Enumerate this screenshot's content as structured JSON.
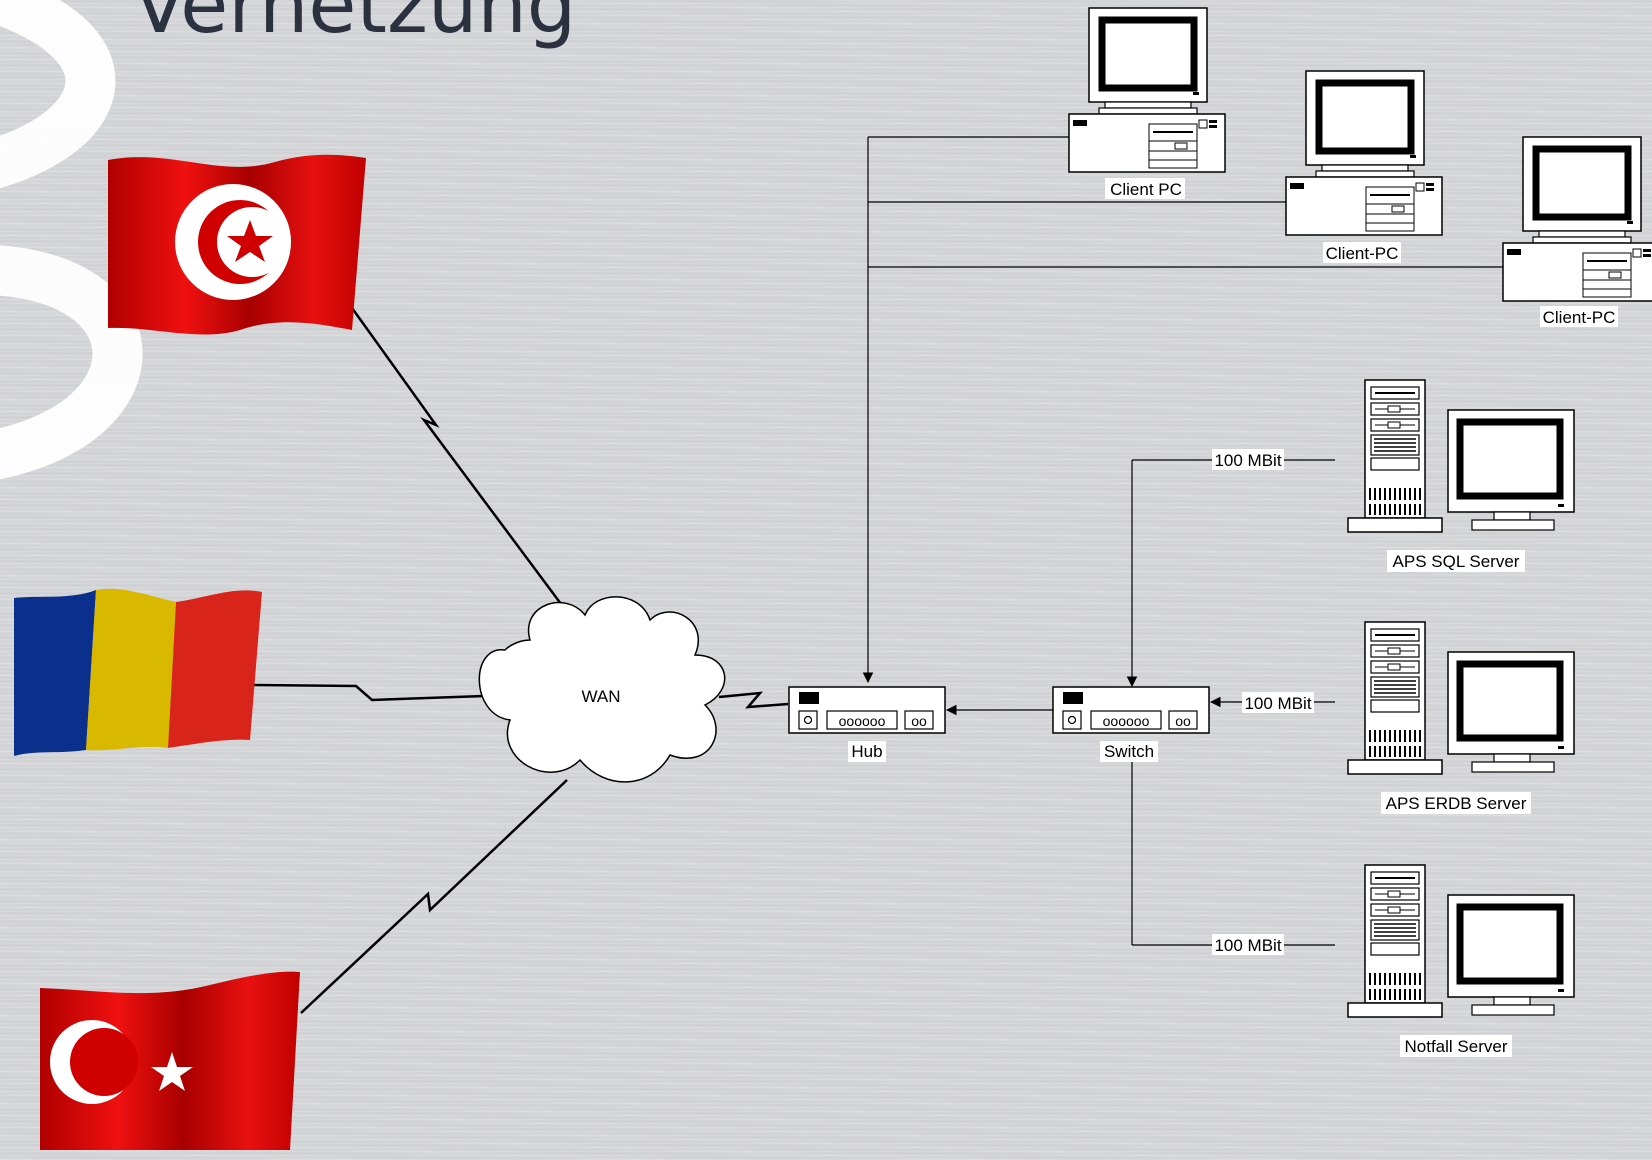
{
  "slide": {
    "title": "Vernetzung"
  },
  "diagram": {
    "wan_label": "WAN",
    "hub_label": "Hub",
    "switch_label": "Switch",
    "port_label": "oooooo",
    "port_small_label": "oo",
    "clients": [
      {
        "label": "Client PC"
      },
      {
        "label": "Client-PC"
      },
      {
        "label": "Client-PC"
      }
    ],
    "servers": [
      {
        "label": "APS SQL Server",
        "link": "100 MBit"
      },
      {
        "label": "APS ERDB Server",
        "link": "100 MBit"
      },
      {
        "label": "Notfall Server",
        "link": "100 MBit"
      }
    ]
  },
  "flags": [
    {
      "country": "Tunisia",
      "icon": "tunisia-flag-icon",
      "colors": [
        "#e30a17",
        "#ffffff"
      ]
    },
    {
      "country": "Romania",
      "icon": "romania-flag-icon",
      "colors": [
        "#00308f",
        "#e5c100",
        "#d8241a"
      ]
    },
    {
      "country": "Turkey",
      "icon": "turkey-flag-icon",
      "colors": [
        "#e30a17",
        "#ffffff"
      ]
    }
  ]
}
